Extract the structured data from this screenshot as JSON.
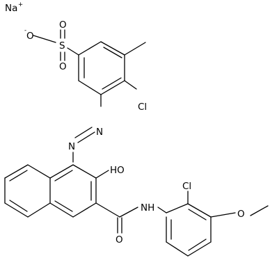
{
  "molecule": {
    "counter_ion": {
      "label": "Na",
      "charge": "+"
    },
    "sulfonate": {
      "sulfur": "S",
      "oxygen_top": "O",
      "oxygen_left": "O",
      "oxygen_left_charge": "-",
      "oxygen_bottom": "O"
    },
    "chloro_top": "Cl",
    "azo_n1": "N",
    "azo_n2": "N",
    "hydroxy": "HO",
    "amide_nh": "NH",
    "amide_o": "O",
    "chloro_bottom": "Cl",
    "methoxy_o": "O"
  }
}
